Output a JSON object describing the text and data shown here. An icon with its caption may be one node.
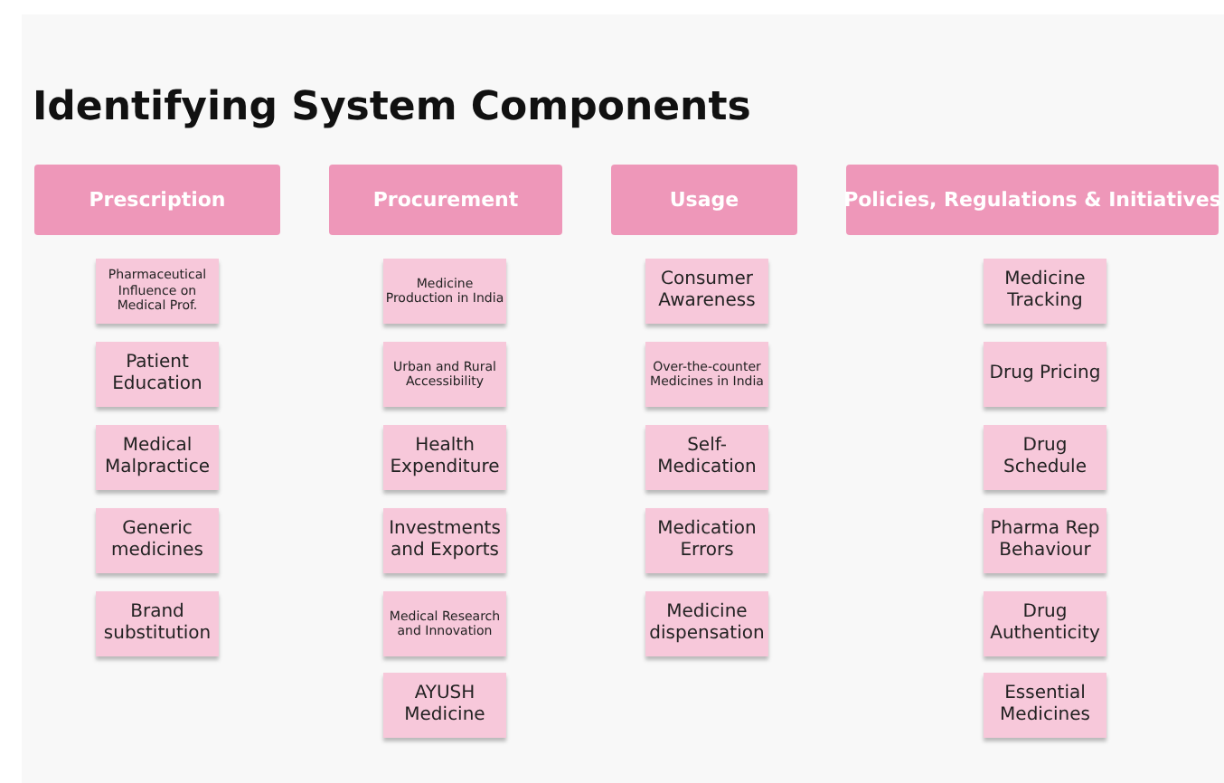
{
  "diagram": {
    "title": "Identifying System Components",
    "nodes": [
      {
        "text": [
          "Prescription"
        ]
      },
      {
        "text": [
          "Pharmaceutical Influence on Medical Prof."
        ]
      },
      {
        "text": [
          "Patient Education"
        ]
      },
      {
        "text": [
          "Medical Malpractice"
        ]
      },
      {
        "text": [
          "Generic medicines"
        ]
      },
      {
        "text": [
          "Brand substitution"
        ]
      },
      {
        "text": [
          "Procurement"
        ]
      },
      {
        "text": [
          "Medicine Production in India"
        ]
      },
      {
        "text": [
          "Urban and Rural Accessibility"
        ]
      },
      {
        "text": [
          "Health Expenditure"
        ]
      },
      {
        "text": [
          "Investments and Exports"
        ]
      },
      {
        "text": [
          "Medical Research and Innovation"
        ]
      },
      {
        "text": [
          "AYUSH Medicine"
        ]
      },
      {
        "text": [
          "Usage"
        ]
      },
      {
        "text": [
          "Consumer Awareness"
        ]
      },
      {
        "text": [
          "Over-the-counter Medicines in India"
        ]
      },
      {
        "text": [
          "Self-Medication"
        ]
      },
      {
        "text": [
          "Medication Errors"
        ]
      },
      {
        "text": [
          "Medicine dispensation"
        ]
      },
      {
        "text": [
          "Policies, Regulations & Initiatives"
        ]
      },
      {
        "text": [
          "Medicine Tracking"
        ]
      },
      {
        "text": [
          "Drug Pricing"
        ]
      },
      {
        "text": [
          "Drug Schedule"
        ]
      },
      {
        "text": [
          "Pharma Rep Behaviour"
        ]
      },
      {
        "text": [
          "Drug Authenticity"
        ]
      },
      {
        "text": [
          "Essential Medicines"
        ]
      }
    ]
  }
}
